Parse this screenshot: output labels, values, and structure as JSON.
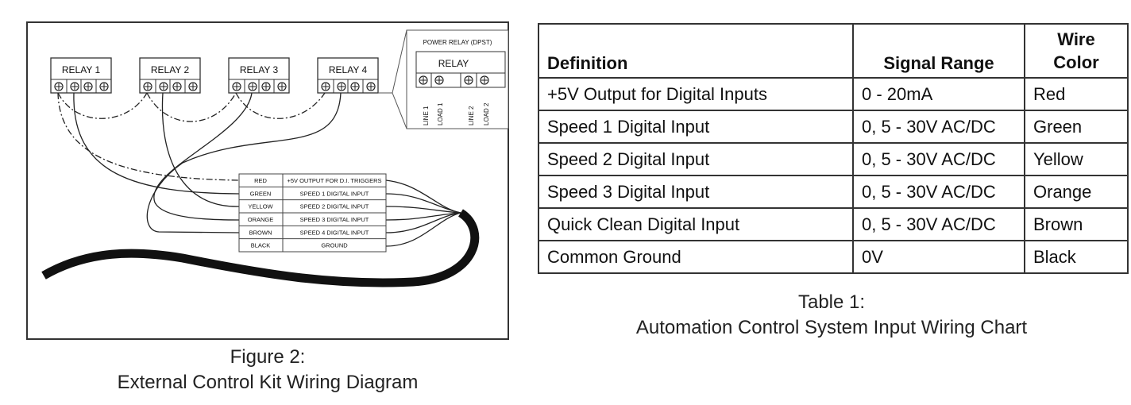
{
  "figure": {
    "caption_line1": "Figure 2:",
    "caption_line2": "External Control Kit Wiring Diagram",
    "relays": [
      "RELAY 1",
      "RELAY 2",
      "RELAY 3",
      "RELAY 4"
    ],
    "power_relay": {
      "title": "POWER RELAY (DPST)",
      "label": "RELAY",
      "terminals": [
        "LINE 1",
        "LOAD 1",
        "LINE 2",
        "LOAD 2"
      ]
    },
    "wire_table": [
      {
        "color": "RED",
        "function": "+5V OUTPUT FOR D.I. TRIGGERS"
      },
      {
        "color": "GREEN",
        "function": "SPEED 1 DIGITAL INPUT"
      },
      {
        "color": "YELLOW",
        "function": "SPEED 2 DIGITAL INPUT"
      },
      {
        "color": "ORANGE",
        "function": "SPEED 3 DIGITAL INPUT"
      },
      {
        "color": "BROWN",
        "function": "SPEED 4 DIGITAL INPUT"
      },
      {
        "color": "BLACK",
        "function": "GROUND"
      }
    ]
  },
  "table": {
    "caption_line1": "Table 1:",
    "caption_line2": "Automation Control System Input Wiring Chart",
    "headers": [
      "Definition",
      "Signal Range",
      "Wire Color"
    ],
    "rows": [
      [
        "+5V Output for Digital Inputs",
        "0 - 20mA",
        "Red"
      ],
      [
        "Speed 1 Digital Input",
        "0, 5 - 30V AC/DC",
        "Green"
      ],
      [
        "Speed 2 Digital Input",
        "0, 5 - 30V AC/DC",
        "Yellow"
      ],
      [
        "Speed 3 Digital Input",
        "0, 5 - 30V AC/DC",
        "Orange"
      ],
      [
        "Quick Clean Digital Input",
        "0, 5 - 30V AC/DC",
        "Brown"
      ],
      [
        "Common Ground",
        "0V",
        "Black"
      ]
    ]
  }
}
